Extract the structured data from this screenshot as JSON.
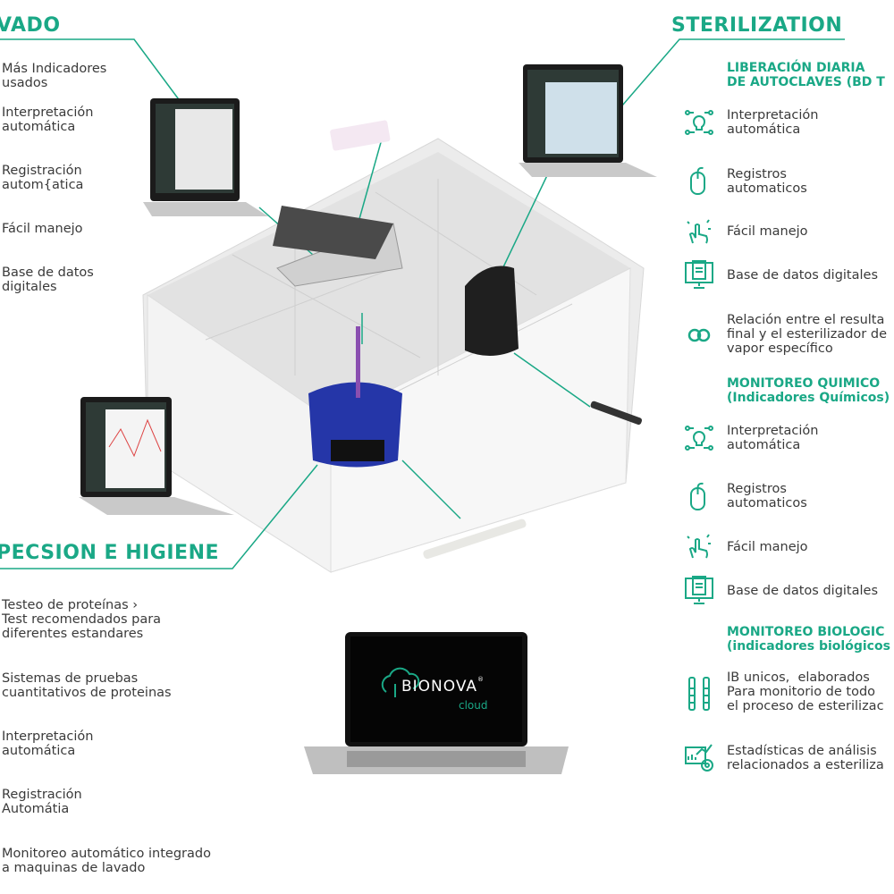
{
  "colors": {
    "accent": "#1aa886",
    "text": "#3a3a3a"
  },
  "left_top": {
    "title": "VADO",
    "items": [
      "Más Indicadores\nusados",
      "Interpretación\nautomática",
      "Registración\nautom{atica",
      "Fácil manejo",
      "Base de datos\ndigitales"
    ]
  },
  "left_bottom": {
    "title": "PECSION E HIGIENE",
    "items": [
      "Testeo de proteínas ›\nTest recomendados para\ndiferentes estandares",
      "Sistemas de pruebas\ncuantitativos de proteinas",
      "Interpretación\nautomática",
      "Registración\nAutomátia",
      "Monitoreo automático integrado\na maquinas de lavado"
    ]
  },
  "sterilization": {
    "title": "STERILIZATION",
    "sections": [
      {
        "title": "LIBERACIÓN DIARIA\nDE AUTOCLAVES (BD T",
        "items": [
          {
            "icon": "lightbulb-circuit-icon",
            "label": "Interpretación\nautomática"
          },
          {
            "icon": "mouse-icon",
            "label": "Registros\nautomaticos"
          },
          {
            "icon": "hand-sparkle-icon",
            "label": "Fácil manejo"
          },
          {
            "icon": "monitor-database-icon",
            "label": "Base de datos digitales"
          },
          {
            "icon": "link-rings-icon",
            "label": "Relación entre el resulta\nfinal y el esterilizador de\nvapor específico"
          }
        ]
      },
      {
        "title": "MONITOREO QUIMICO\n(Indicadores Químicos)",
        "items": [
          {
            "icon": "lightbulb-circuit-icon",
            "label": "Interpretación\nautomática"
          },
          {
            "icon": "mouse-icon",
            "label": "Registros\nautomaticos"
          },
          {
            "icon": "hand-sparkle-icon",
            "label": "Fácil manejo"
          },
          {
            "icon": "monitor-database-icon",
            "label": "Base de datos digitales"
          }
        ]
      },
      {
        "title": "MONITOREO BIOLOGIC\n(indicadores biológicos",
        "items": [
          {
            "icon": "test-tubes-icon",
            "label": "IB unicos,  elaborados\nPara monitorio de todo\nel proceso de esterilizac"
          },
          {
            "icon": "statistics-chart-icon",
            "label": "Estadísticas de análisis\nrelacionados a esteriliza"
          }
        ]
      }
    ]
  },
  "laptop_logo": {
    "brand": "BIONOVA",
    "sub": "cloud",
    "mark": "®"
  }
}
